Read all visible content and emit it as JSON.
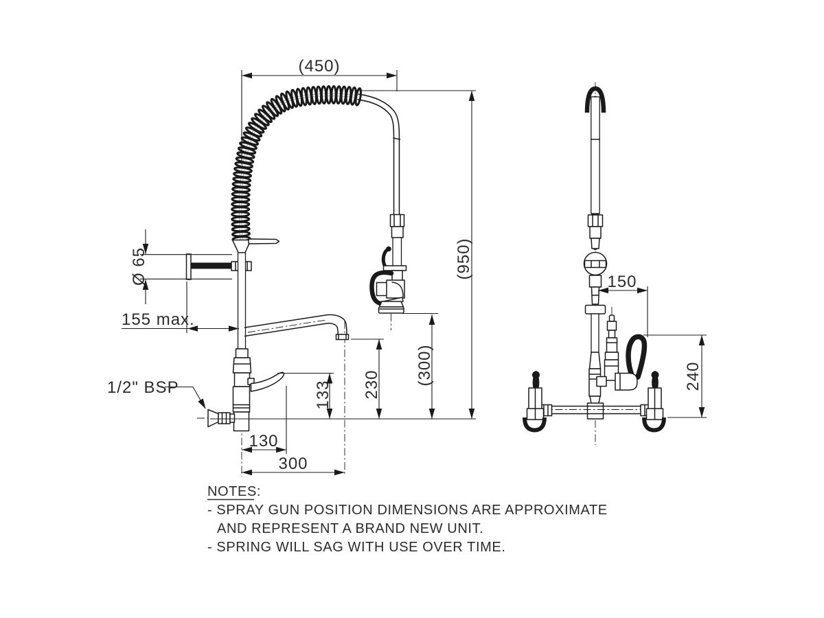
{
  "dims": {
    "width_450": "(450)",
    "height_950": "(950)",
    "gun_height_300": "(300)",
    "spout_outlet_height_230": "230",
    "handle_height_133": "133",
    "handle_offset_130": "130",
    "spout_reach_300": "300",
    "wall_clearance_155": "155 max.",
    "flange_diameter_65": "Ø 65",
    "inlet_thread": "1/2\" BSP",
    "side_offset_150": "150",
    "side_height_240": "240"
  },
  "notes": {
    "title": "NOTES:",
    "lines": [
      "- SPRAY GUN POSITION DIMENSIONS ARE APPROXIMATE",
      "AND REPRESENT A BRAND NEW UNIT.",
      "- SPRING WILL SAG WITH USE OVER TIME."
    ]
  },
  "colors": {
    "line_color": "#1a1a1a",
    "text_color": "#2b2b2b",
    "background": "#ffffff"
  }
}
